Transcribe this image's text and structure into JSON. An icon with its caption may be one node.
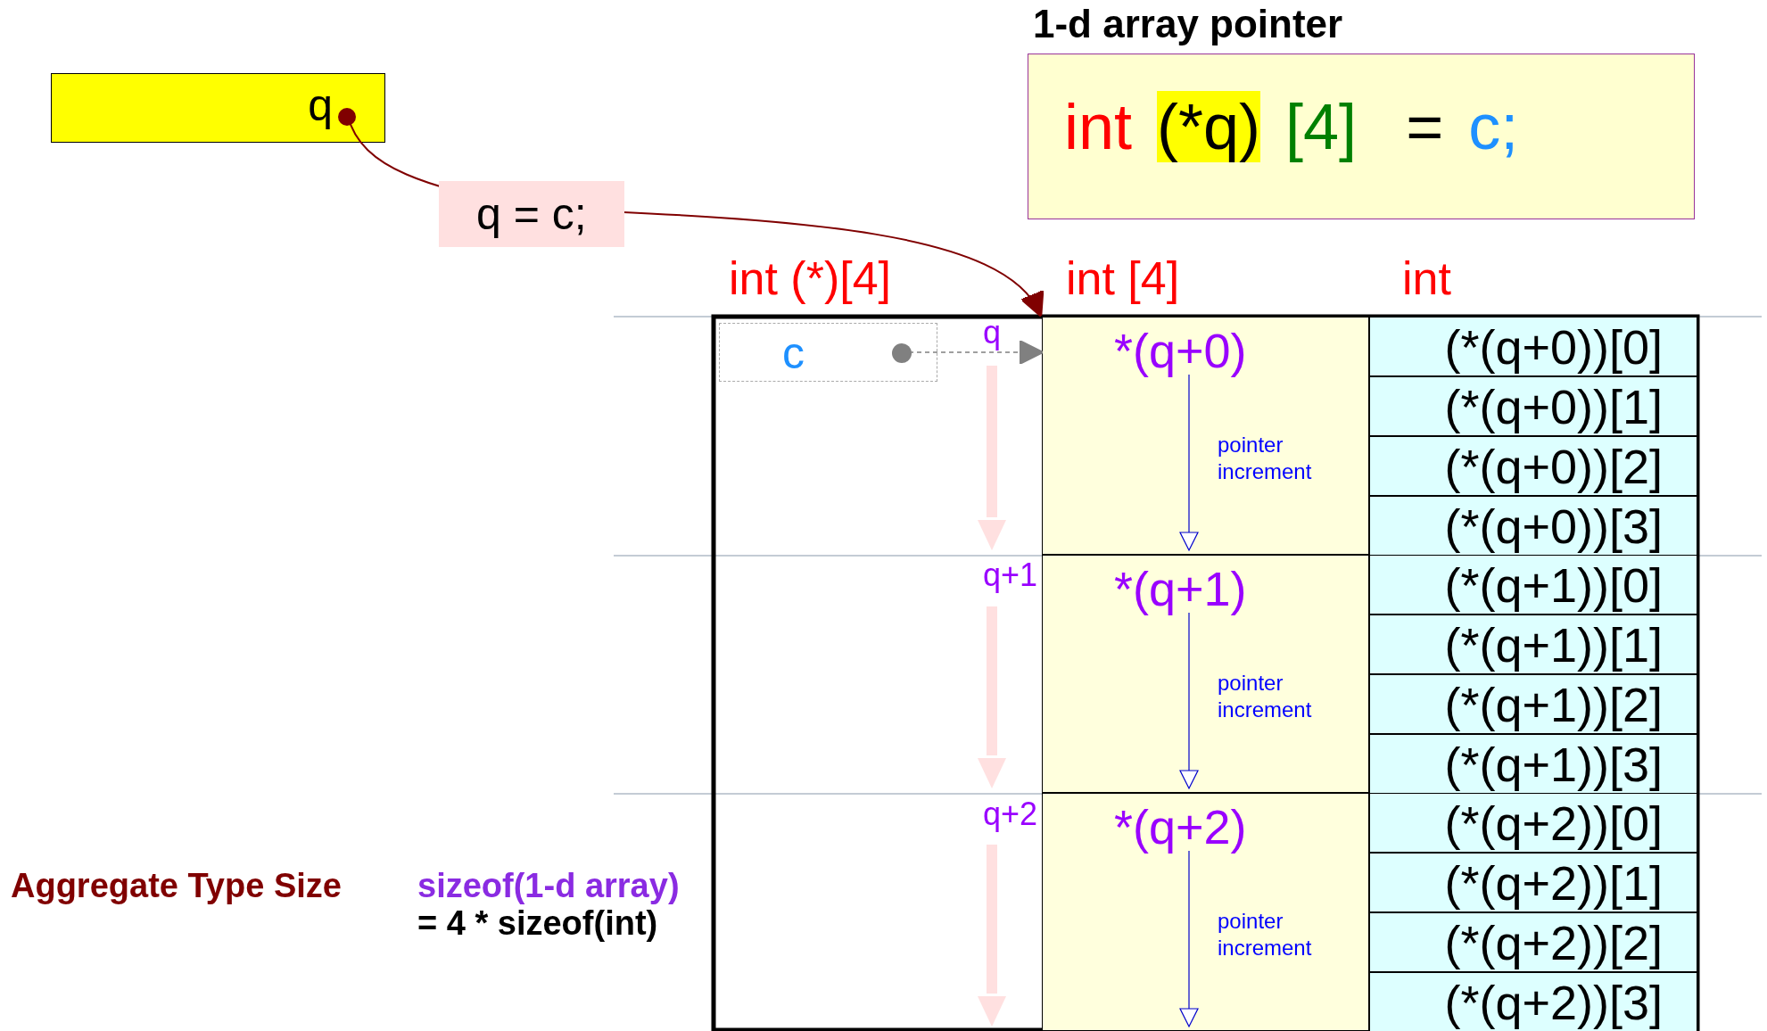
{
  "diagram": {
    "title": "1-d array pointer",
    "nodes": [
      {
        "text": [
          "q"
        ]
      },
      {
        "text": [
          "int (*q) [4] = c;"
        ]
      },
      {
        "text": [
          "c"
        ]
      },
      {
        "text": [
          "*(q+0)",
          "pointer increment"
        ]
      },
      {
        "text": [
          "(*(q+0))[0]"
        ]
      },
      {
        "text": [
          "(*(q+0))[1]"
        ]
      },
      {
        "text": [
          "(*(q+0))[2]"
        ]
      },
      {
        "text": [
          "(*(q+0))[3]"
        ]
      },
      {
        "text": [
          "*(q+1)",
          "pointer increment"
        ]
      },
      {
        "text": [
          "(*(q+1))[0]"
        ]
      },
      {
        "text": [
          "(*(q+1))[1]"
        ]
      },
      {
        "text": [
          "(*(q+1))[2]"
        ]
      },
      {
        "text": [
          "(*(q+1))[3]"
        ]
      },
      {
        "text": [
          "*(q+2)",
          "pointer increment"
        ]
      },
      {
        "text": [
          "(*(q+2))[0]"
        ]
      },
      {
        "text": [
          "(*(q+2))[1]"
        ]
      },
      {
        "text": [
          "(*(q+2))[2]"
        ]
      },
      {
        "text": [
          "(*(q+2))[3]"
        ]
      }
    ],
    "edges": [
      {
        "from": 0,
        "to": 3,
        "arrow": "to",
        "label": "q = c;",
        "color": "#800000"
      },
      {
        "from": 2,
        "to": 3,
        "arrow": "to",
        "style": "dashed",
        "color": "#808080"
      }
    ],
    "labels": [
      "int (*)[4]",
      "int [4]",
      "int",
      "q",
      "q+1",
      "q+2",
      "Aggregate Type Size",
      "sizeof(1-d array)",
      "= 4 * sizeof(int)"
    ]
  }
}
